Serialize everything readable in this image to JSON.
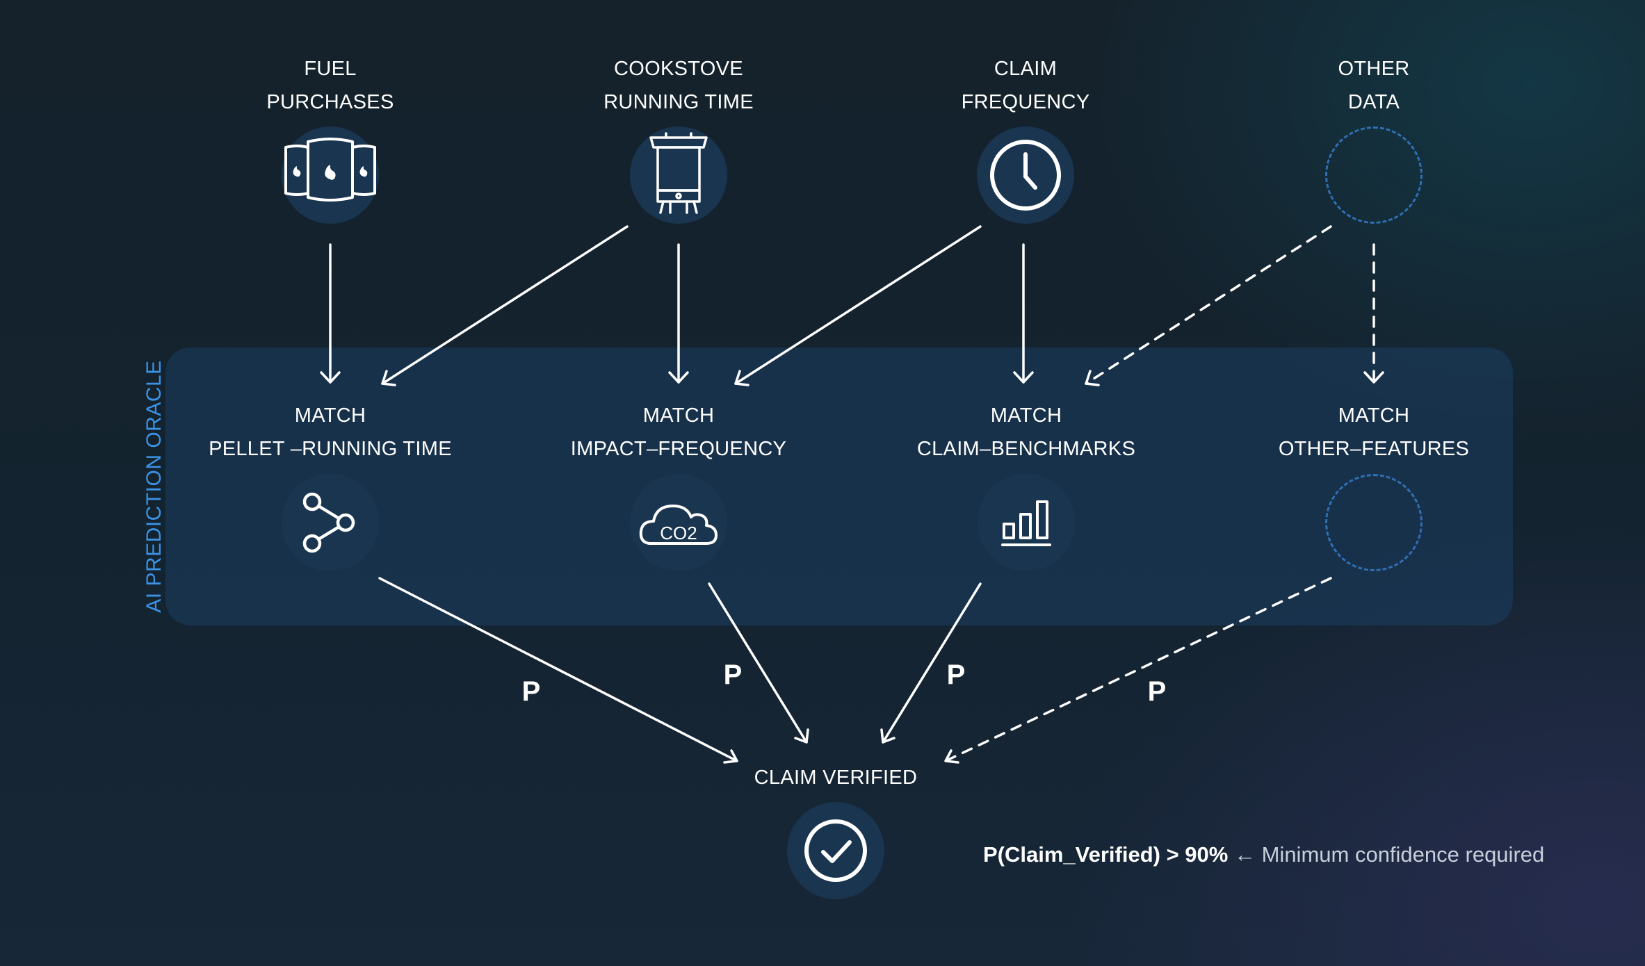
{
  "diagram": {
    "sources": [
      {
        "line1": "FUEL",
        "line2": "PURCHASES",
        "icon": "fuel-bags-icon"
      },
      {
        "line1": "COOKSTOVE",
        "line2": "RUNNING TIME",
        "icon": "cookstove-icon"
      },
      {
        "line1": "CLAIM",
        "line2": "FREQUENCY",
        "icon": "clock-icon"
      },
      {
        "line1": "OTHER",
        "line2": "DATA",
        "icon": "placeholder-circle"
      }
    ],
    "oracle_label": "AI PREDICTION ORACLE",
    "matches": [
      {
        "line1": "MATCH",
        "line2": "PELLET –RUNNING TIME",
        "icon": "share-nodes-icon"
      },
      {
        "line1": "MATCH",
        "line2": "IMPACT–FREQUENCY",
        "icon": "co2-cloud-icon",
        "icon_text": "CO2"
      },
      {
        "line1": "MATCH",
        "line2": "CLAIM–BENCHMARKS",
        "icon": "bar-chart-icon"
      },
      {
        "line1": "MATCH",
        "line2": "OTHER–FEATURES",
        "icon": "placeholder-circle"
      }
    ],
    "probability_labels": [
      "P",
      "P",
      "P",
      "P"
    ],
    "result": {
      "label": "CLAIM VERIFIED",
      "icon": "check-circle-icon"
    },
    "confidence": {
      "formula": "P(Claim_Verified) > 90%",
      "arrow": "←",
      "note": "Minimum confidence required"
    },
    "colors": {
      "panel": "#1c3e62",
      "accent_blue": "#3b93e6",
      "dashed_blue": "#2f6fb3",
      "icon_circle": "#1a3550"
    }
  }
}
